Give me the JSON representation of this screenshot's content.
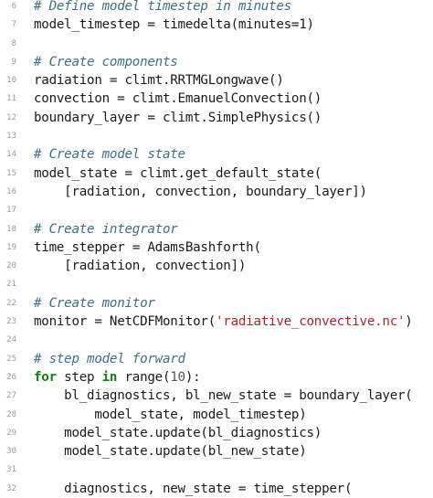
{
  "editor": {
    "lines": [
      {
        "number": "6",
        "text": "# Define model timestep in minutes",
        "kind": "comment"
      },
      {
        "number": "7",
        "text": "model_timestep = timedelta(minutes=1)",
        "kind": "code"
      },
      {
        "number": "8",
        "text": "",
        "kind": "blank"
      },
      {
        "number": "9",
        "text": "# Create components",
        "kind": "comment"
      },
      {
        "number": "10",
        "text": "radiation = climt.RRTMGLongwave()",
        "kind": "code"
      },
      {
        "number": "11",
        "text": "convection = climt.EmanuelConvection()",
        "kind": "code"
      },
      {
        "number": "12",
        "text": "boundary_layer = climt.SimplePhysics()",
        "kind": "code"
      },
      {
        "number": "13",
        "text": "",
        "kind": "blank"
      },
      {
        "number": "14",
        "text": "# Create model state",
        "kind": "comment"
      },
      {
        "number": "15",
        "text": "model_state = climt.get_default_state(",
        "kind": "code"
      },
      {
        "number": "16",
        "text": "    [radiation, convection, boundary_layer])",
        "kind": "code"
      },
      {
        "number": "17",
        "text": "",
        "kind": "blank"
      },
      {
        "number": "18",
        "text": "# Create integrator",
        "kind": "comment"
      },
      {
        "number": "19",
        "text": "time_stepper = AdamsBashforth(",
        "kind": "code"
      },
      {
        "number": "20",
        "text": "    [radiation, convection])",
        "kind": "code"
      },
      {
        "number": "21",
        "text": "",
        "kind": "blank"
      },
      {
        "number": "22",
        "text": "# Create monitor",
        "kind": "comment"
      },
      {
        "number": "23",
        "text": "monitor = NetCDFMonitor(",
        "kind": "code",
        "string": "'radiative_convective.nc'",
        "after": ")"
      },
      {
        "number": "24",
        "text": "",
        "kind": "blank"
      },
      {
        "number": "25",
        "text": "# step model forward",
        "kind": "comment"
      },
      {
        "number": "26",
        "kind": "loop",
        "kw1": "for",
        "mid1": " step ",
        "kw2": "in",
        "mid2": " range(",
        "num": "10",
        "after": "):"
      },
      {
        "number": "27",
        "text": "    bl_diagnostics, bl_new_state = boundary_layer(",
        "kind": "code"
      },
      {
        "number": "28",
        "text": "        model_state, model_timestep)",
        "kind": "code"
      },
      {
        "number": "29",
        "text": "    model_state.update(bl_diagnostics)",
        "kind": "code"
      },
      {
        "number": "30",
        "text": "    model_state.update(bl_new_state)",
        "kind": "code"
      },
      {
        "number": "31",
        "text": "",
        "kind": "blank"
      },
      {
        "number": "32",
        "text": "    diagnostics, new_state = time_stepper(",
        "kind": "code"
      }
    ]
  },
  "colors": {
    "comment": "#3b7180",
    "string": "#b2222f",
    "keyword": "#118211",
    "text": "#1a1a1a",
    "line_number": "#9a9a9a"
  }
}
